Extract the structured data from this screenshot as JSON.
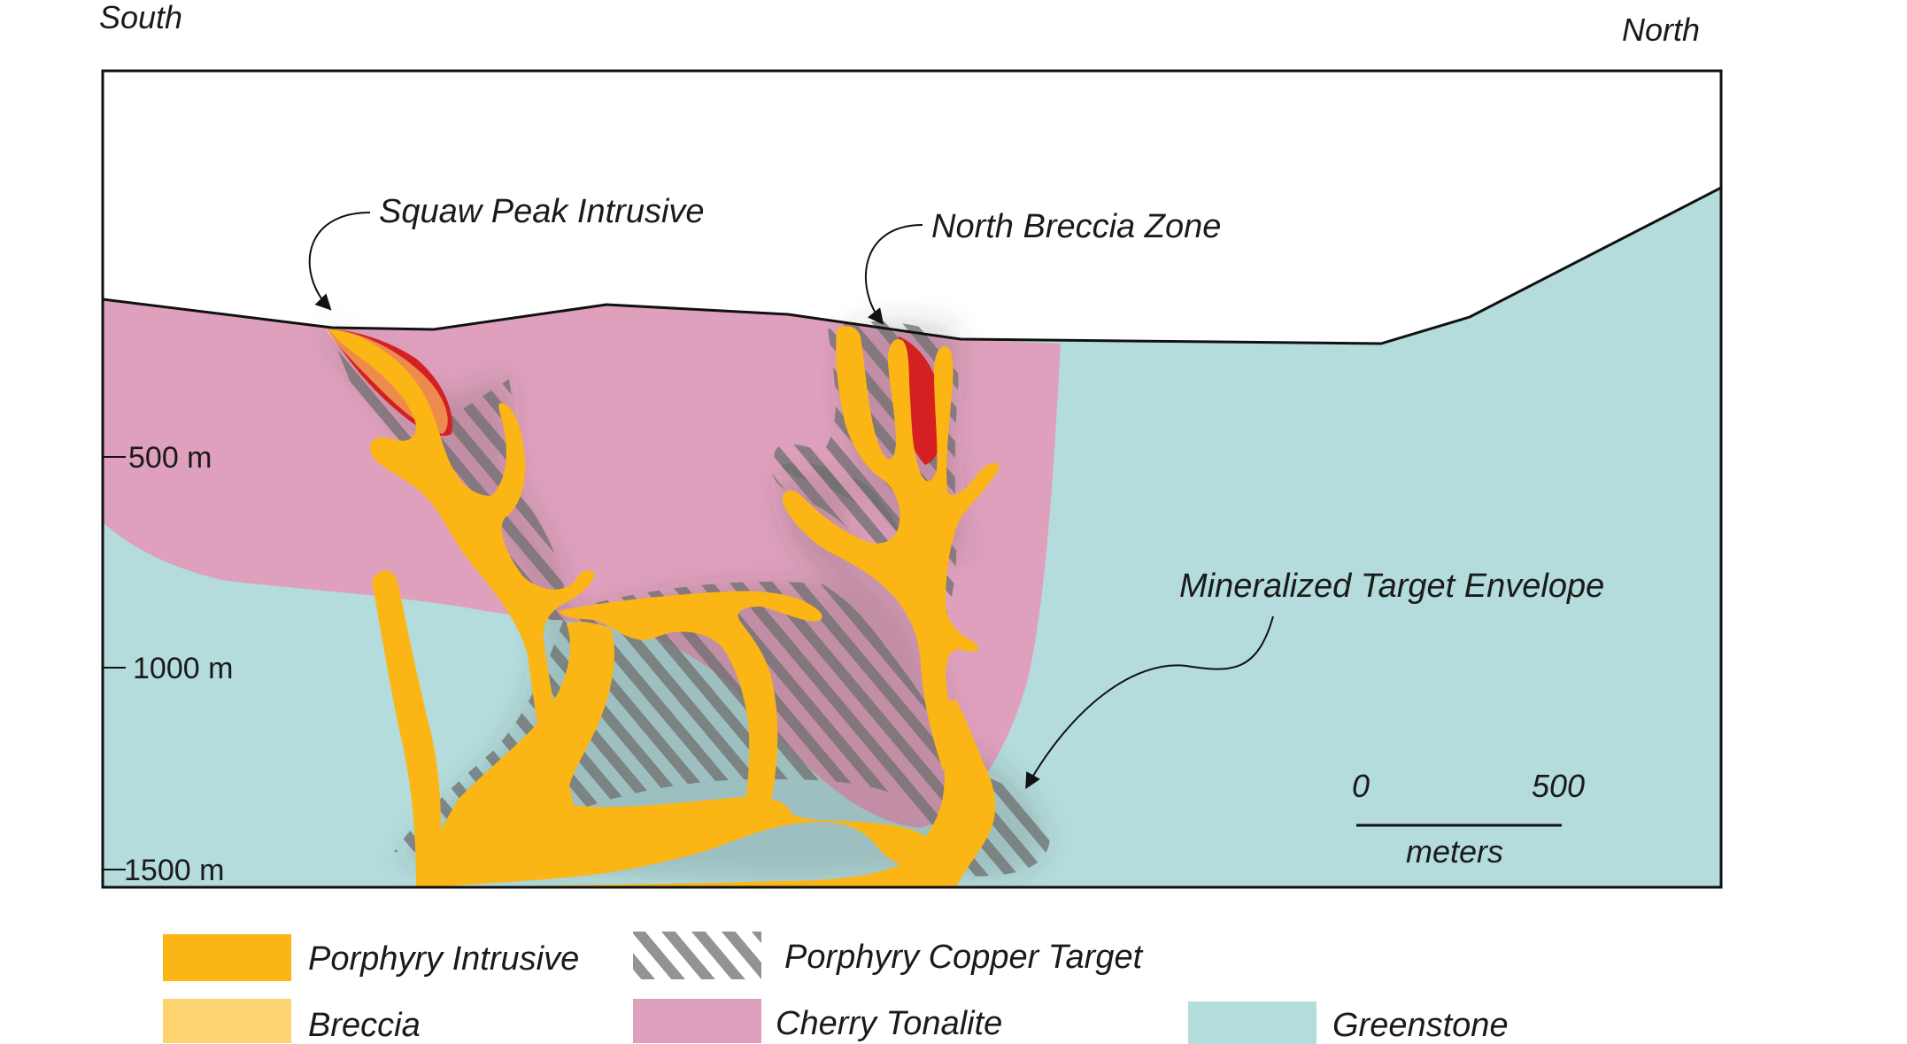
{
  "directions": {
    "left": "South",
    "right": "North"
  },
  "callouts": {
    "squaw_peak": "Squaw Peak Intrusive",
    "north_breccia": "North Breccia Zone",
    "target_envelope": "Mineralized Target Envelope"
  },
  "depth_ticks": [
    "500 m",
    "1000 m",
    "1500 m"
  ],
  "scale_bar": {
    "start": "0",
    "end": "500",
    "unit": "meters"
  },
  "legend": [
    {
      "label": "Porphyry Intrusive",
      "color": "#fbb615"
    },
    {
      "label": "Breccia",
      "color": "#fdd36f"
    },
    {
      "label": "Porphyry Copper Target",
      "color": "#7a7a7a"
    },
    {
      "label": "Cherry Tonalite",
      "color": "#dea0bc"
    },
    {
      "label": "Greenstone",
      "color": "#b4dcdc"
    }
  ],
  "colors": {
    "porphyry": "#fbb615",
    "breccia": "#fdd36f",
    "tonalite": "#dea0bc",
    "greenstone": "#b4dcdc",
    "hatch": "#6f6f6f",
    "alteration": "#d42020"
  }
}
